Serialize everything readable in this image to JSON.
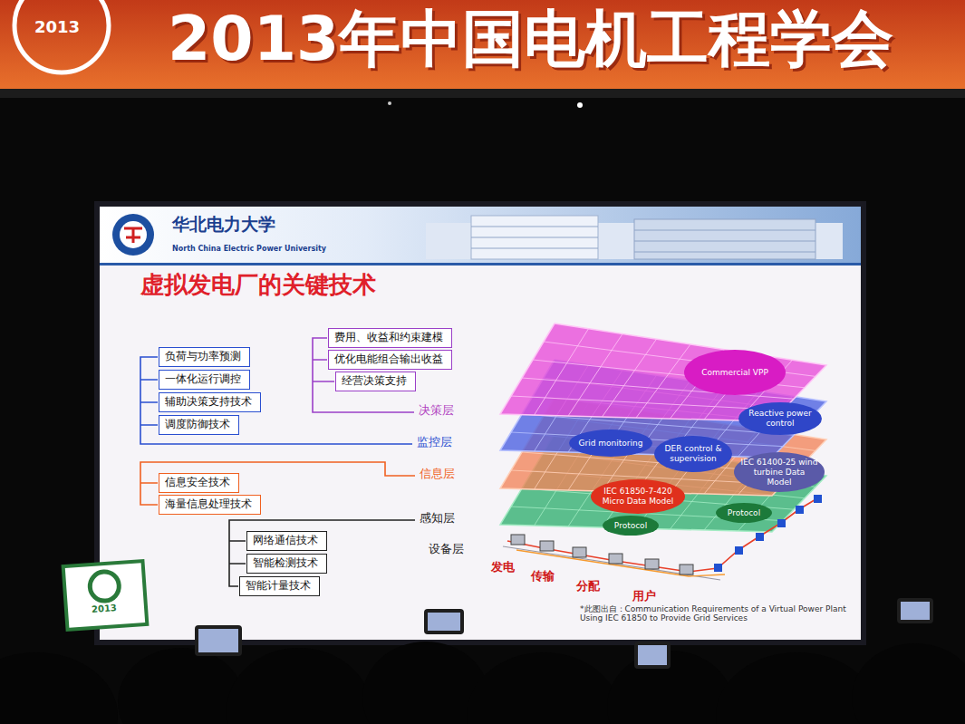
{
  "diagram": {
    "title": "虚拟发电厂的关键技术",
    "nodes": [
      {
        "text": [
          "费用、收益和约束建模"
        ]
      },
      {
        "text": [
          "优化电能组合输出收益"
        ]
      },
      {
        "text": [
          "经营决策支持"
        ]
      },
      {
        "text": [
          "负荷与功率预测"
        ]
      },
      {
        "text": [
          "一体化运行调控"
        ]
      },
      {
        "text": [
          "辅助决策支持技术"
        ]
      },
      {
        "text": [
          "调度防御技术"
        ]
      },
      {
        "text": [
          "信息安全技术"
        ]
      },
      {
        "text": [
          "海量信息处理技术"
        ]
      },
      {
        "text": [
          "网络通信技术"
        ]
      },
      {
        "text": [
          "智能检测技术"
        ]
      },
      {
        "text": [
          "智能计量技术"
        ]
      },
      {
        "text": [
          "Commercial VPP"
        ]
      },
      {
        "text": [
          "Reactive power control"
        ]
      },
      {
        "text": [
          "Grid monitoring"
        ]
      },
      {
        "text": [
          "DER control & supervision"
        ]
      },
      {
        "text": [
          "IEC 61400-25 wind turbine Data Model"
        ]
      },
      {
        "text": [
          "IEC 61850-7-420 Micro Data Model"
        ]
      },
      {
        "text": [
          "Protocol"
        ]
      },
      {
        "text": [
          "Protocol"
        ]
      }
    ],
    "edges": [],
    "labels": [
      "2013",
      "2013年中国电机工程学会",
      "华北电力大学",
      "North China Electric Power University",
      "决策层",
      "监控层",
      "信息层",
      "感知层",
      "设备层",
      "发电",
      "传输",
      "分配",
      "用户",
      "*此图出自：Communication Requirements of a Virtual Power Plant Using IEC 61850 to Provide Grid Services",
      "2013"
    ]
  }
}
